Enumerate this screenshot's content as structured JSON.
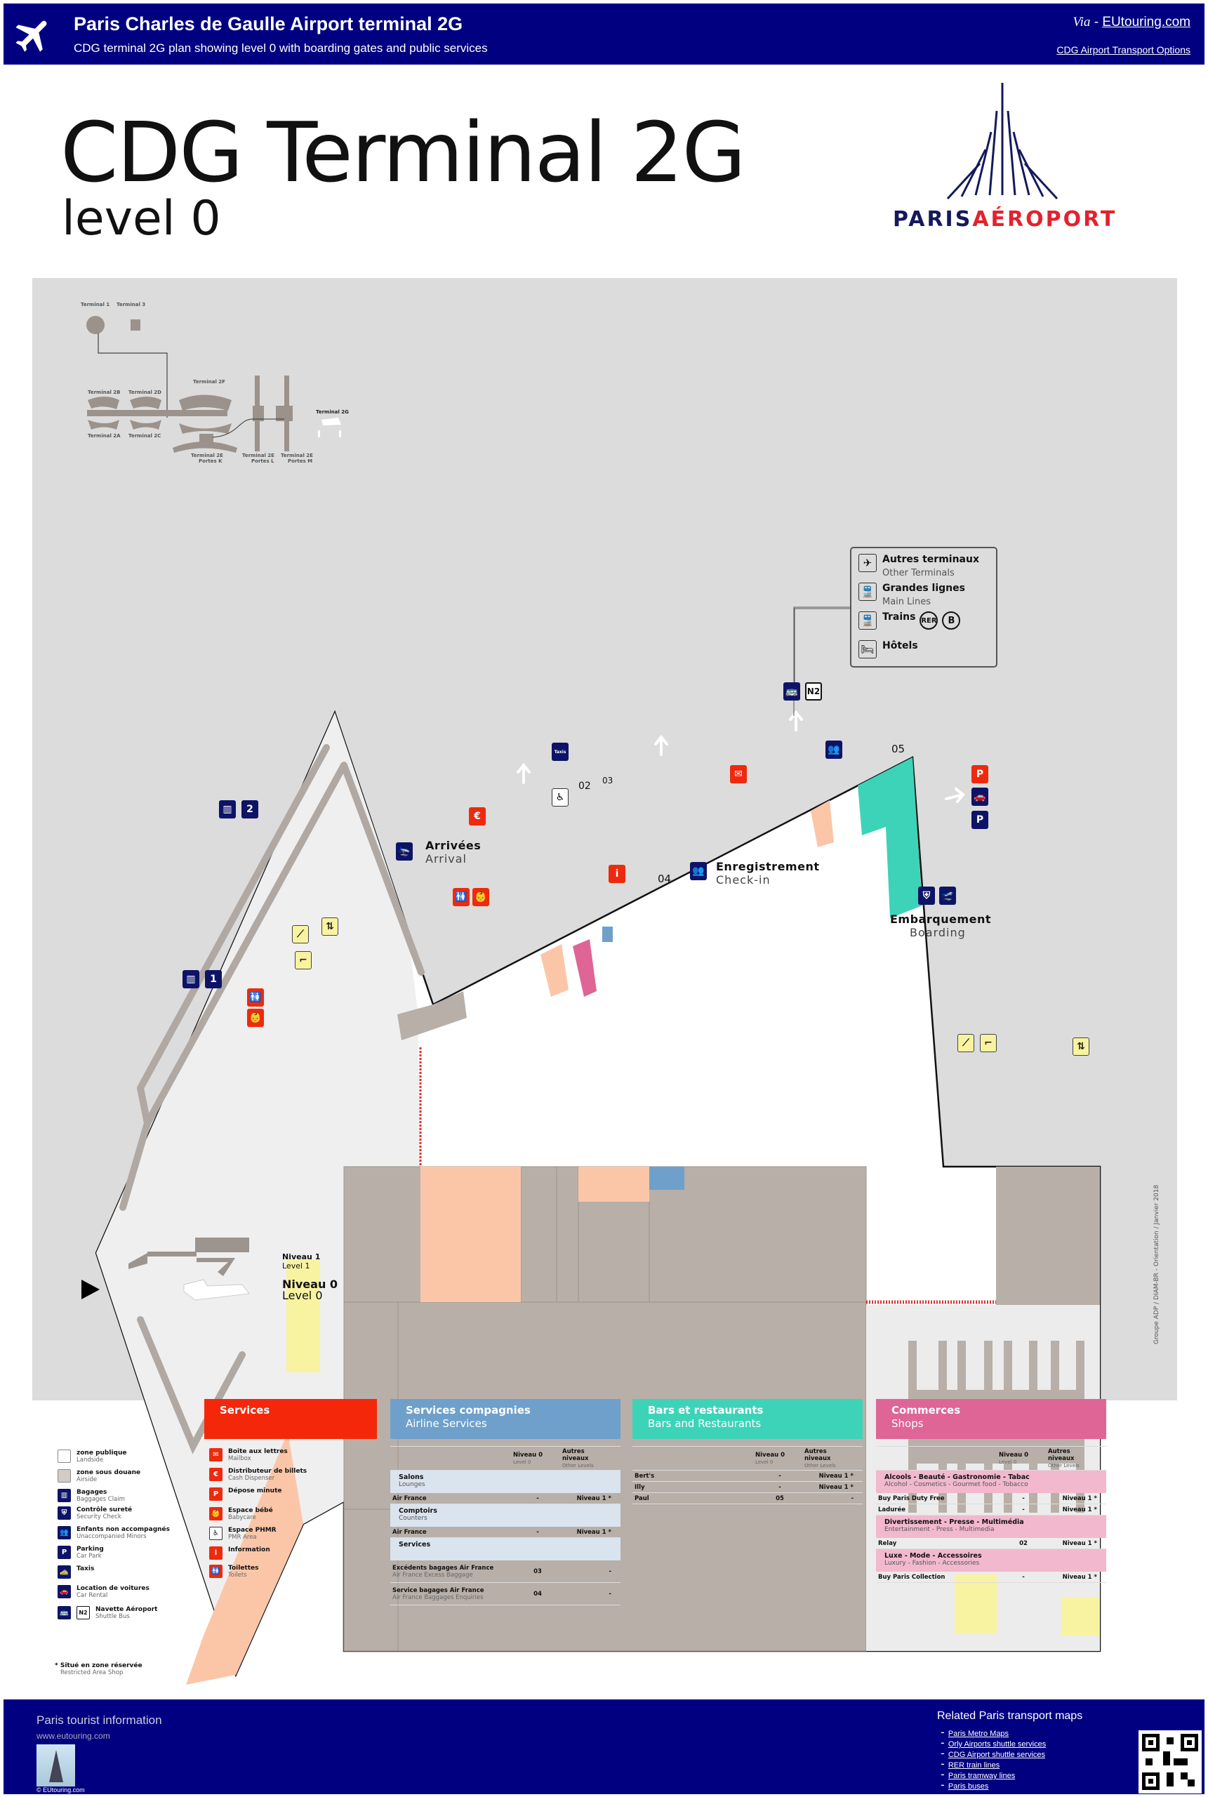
{
  "header": {
    "title": "Paris Charles de Gaulle Airport terminal 2G",
    "subtitle": "CDG terminal 2G plan showing level 0 with boarding gates and public services",
    "via": "Via",
    "via_sep": " - ",
    "site": "EUtouring.com",
    "options_link": "CDG Airport Transport Options",
    "plane_icon": "airplane-icon"
  },
  "title": {
    "main": "CDG Terminal 2G",
    "level": "level 0"
  },
  "logo": {
    "text1": "PARIS",
    "text2": "AÉROPORT"
  },
  "minimap": {
    "labels": [
      "Terminal 1",
      "Terminal 3",
      "Terminal 2B",
      "Terminal 2D",
      "Terminal 2F",
      "Terminal 2A",
      "Terminal 2C",
      "Terminal 2E",
      "Portes K",
      "Terminal 2E",
      "Portes L",
      "Terminal 2E",
      "Portes M",
      "Terminal 2G"
    ]
  },
  "infobox": {
    "items": [
      {
        "fr": "Autres terminaux",
        "en": "Other Terminals"
      },
      {
        "fr": "Grandes lignes",
        "en": "Main Lines"
      },
      {
        "fr": "Trains",
        "en": ""
      },
      {
        "fr": "Hôtels",
        "en": ""
      }
    ],
    "rer": "RER",
    "b": "B"
  },
  "map": {
    "arrivals_fr": "Arrivées",
    "arrivals_en": "Arrival",
    "checkin_fr": "Enregistrement",
    "checkin_en": "Check-in",
    "boarding_fr": "Embarquement",
    "boarding_en": "Boarding",
    "codes": [
      "02",
      "03",
      "04",
      "05"
    ],
    "baggage1": "1",
    "baggage2": "2",
    "shuttle": "N2",
    "taxi": "Taxis",
    "credit": "Groupe ADP / DIAM-BR - Orientation / Janvier 2018"
  },
  "levels": {
    "l1_fr": "Niveau 1",
    "l1_en": "Level 1",
    "l0_fr": "Niveau 0",
    "l0_en": "Level 0"
  },
  "legend": [
    {
      "fr": "zone publique",
      "en": "Landside"
    },
    {
      "fr": "zone sous douane",
      "en": "Airside"
    },
    {
      "fr": "Bagages",
      "en": "Baggages Claim"
    },
    {
      "fr": "Contrôle sureté",
      "en": "Security Check"
    },
    {
      "fr": "Enfants non accompagnés",
      "en": "Unaccompanied Minors"
    },
    {
      "fr": "Parking",
      "en": "Car Park"
    },
    {
      "fr": "Taxis",
      "en": ""
    },
    {
      "fr": "Location de voitures",
      "en": "Car Rental"
    },
    {
      "fr": "Navette Aéroport",
      "en": "Shuttle Bus"
    }
  ],
  "restricted": {
    "fr": "Situé en zone réservée",
    "en": "Restricted Area Shop"
  },
  "services": {
    "title": "Services",
    "items": [
      {
        "fr": "Boite aux lettres",
        "en": "Mailbox"
      },
      {
        "fr": "Distributeur de billets",
        "en": "Cash Dispenser"
      },
      {
        "fr": "Dépose minute",
        "en": ""
      },
      {
        "fr": "Espace bébé",
        "en": "Babycare"
      },
      {
        "fr": "Espace PHMR",
        "en": "PMR Area"
      },
      {
        "fr": "Information",
        "en": ""
      },
      {
        "fr": "Toilettes",
        "en": "Toilets"
      }
    ]
  },
  "cols": {
    "l0_fr": "Niveau 0",
    "l0_en": "Level 0",
    "other_fr": "Autres niveaux",
    "other_en": "Other Levels"
  },
  "airline": {
    "title_fr": "Services compagnies",
    "title_en": "Airline Services",
    "sections": [
      {
        "fr": "Salons",
        "en": "Lounges",
        "rows": [
          {
            "name": "Air France",
            "sub": "",
            "l0": "-",
            "other": "Niveau 1 *"
          }
        ]
      },
      {
        "fr": "Comptoirs",
        "en": "Counters",
        "rows": [
          {
            "name": "Air France",
            "sub": "",
            "l0": "-",
            "other": "Niveau 1 *"
          }
        ]
      },
      {
        "fr": "Services",
        "en": "",
        "rows": [
          {
            "name": "Excédents bagages Air France",
            "sub": "Air France Excess Baggage",
            "l0": "03",
            "other": "-"
          },
          {
            "name": "Service bagages Air France",
            "sub": "Air France Baggages Enquiries",
            "l0": "04",
            "other": "-"
          }
        ]
      }
    ]
  },
  "bars": {
    "title_fr": "Bars et restaurants",
    "title_en": "Bars and Restaurants",
    "rows": [
      {
        "name": "Bert's",
        "l0": "-",
        "other": "Niveau 1 *"
      },
      {
        "name": "Illy",
        "l0": "-",
        "other": "Niveau 1 *"
      },
      {
        "name": "Paul",
        "l0": "05",
        "other": "-"
      }
    ]
  },
  "shops": {
    "title_fr": "Commerces",
    "title_en": "Shops",
    "sections": [
      {
        "fr": "Alcools - Beauté - Gastronomie - Tabac",
        "en": "Alcohol - Cosmetics - Gourmet food - Tobacco",
        "rows": [
          {
            "name": "Buy Paris Duty Free",
            "l0": "-",
            "other": "Niveau 1 *"
          },
          {
            "name": "Ladurée",
            "l0": "-",
            "other": "Niveau 1 *"
          }
        ]
      },
      {
        "fr": "Divertissement - Presse - Multimédia",
        "en": "Entertainment - Press - Multimedia",
        "rows": [
          {
            "name": "Relay",
            "l0": "02",
            "other": "Niveau 1 *"
          }
        ]
      },
      {
        "fr": "Luxe - Mode - Accessoires",
        "en": "Luxury - Fashion - Accessories",
        "rows": [
          {
            "name": "Buy Paris Collection",
            "l0": "-",
            "other": "Niveau 1 *"
          }
        ]
      }
    ]
  },
  "footer": {
    "left_title": "Paris tourist information",
    "left_url": "www.eutouring.com",
    "copyright": "© EUtouring.com",
    "right_title": "Related Paris transport maps",
    "links": [
      "Paris Metro Maps",
      "Orly Airports shuttle services",
      "CDG Airport shuttle services",
      "RER train lines",
      "Paris tramway lines",
      "Paris buses"
    ]
  },
  "colors": {
    "navy": "#000080",
    "services": "#f5270a",
    "airline": "#6ea0cb",
    "bars": "#3dd3b8",
    "shops": "#df6596"
  }
}
